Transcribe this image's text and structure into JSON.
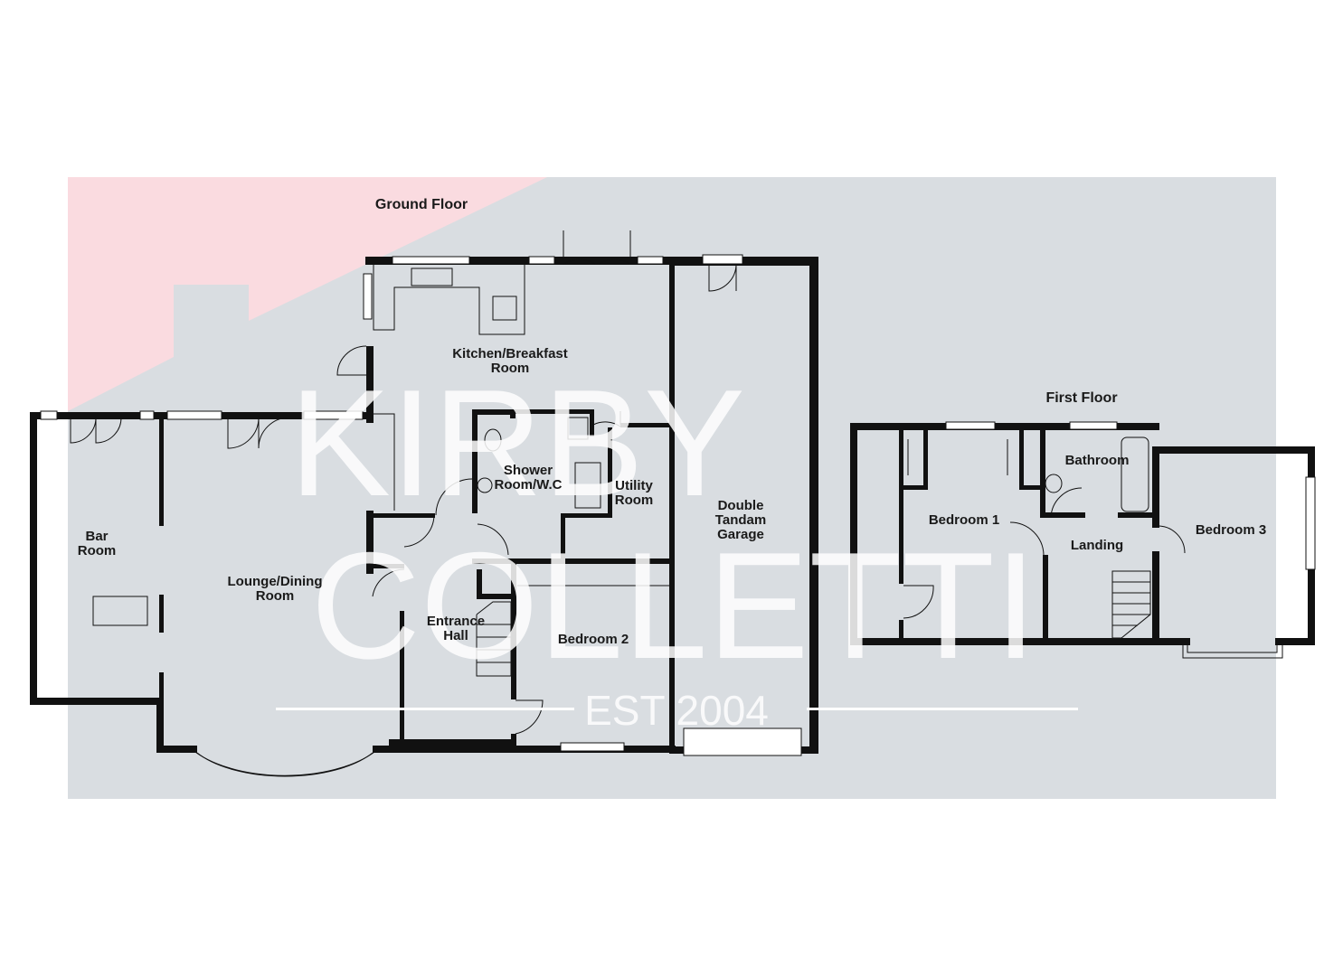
{
  "floors": {
    "ground": {
      "title": "Ground Floor"
    },
    "first": {
      "title": "First Floor"
    }
  },
  "rooms": {
    "bar_room": [
      "Bar",
      "Room"
    ],
    "lounge_dining": [
      "Lounge/Dining",
      "Room"
    ],
    "kitchen_breakfast": [
      "Kitchen/Breakfast",
      "Room"
    ],
    "shower_wc": [
      "Shower",
      "Room/W.C"
    ],
    "utility": [
      "Utility",
      "Room"
    ],
    "garage": [
      "Double",
      "Tandam",
      "Garage"
    ],
    "entrance_hall": [
      "Entrance",
      "Hall"
    ],
    "bedroom_2": [
      "Bedroom 2"
    ],
    "bedroom_1": [
      "Bedroom 1"
    ],
    "bathroom": [
      "Bathroom"
    ],
    "landing": [
      "Landing"
    ],
    "bedroom_3": [
      "Bedroom 3"
    ]
  },
  "watermark": {
    "line1": "KIRBY",
    "line2": "COLLETTI",
    "line3": "EST 2004"
  },
  "colors": {
    "background": "#d9dde1",
    "roof_accent": "#fadbe0",
    "walls": "#111111",
    "watermark": "#ffffff"
  }
}
